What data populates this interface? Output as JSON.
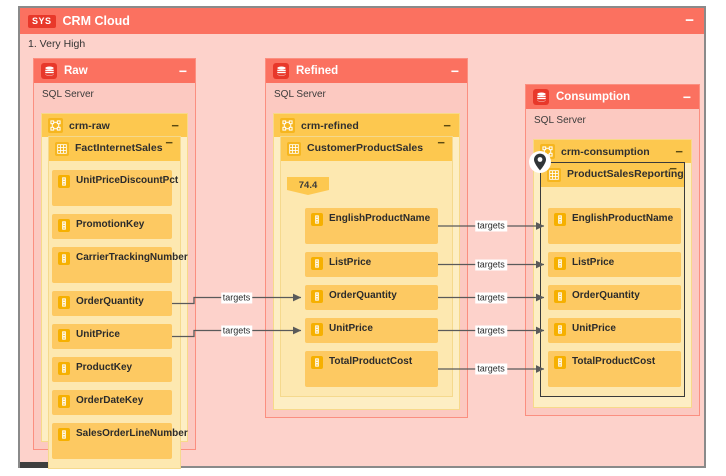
{
  "system": {
    "badge": "SYS",
    "title": "CRM Cloud",
    "collapse": "−",
    "level_label": "1. Very High",
    "icon": "database-icon"
  },
  "colors": {
    "system_header": "#fb7160",
    "system_body": "#fdd2cb",
    "badge_red": "#e8382a",
    "schema_amber": "#fdc84f",
    "column_amber": "#fdc962",
    "table_body": "#fde8b0",
    "edge_gray": "#5a5a5a"
  },
  "databases": [
    {
      "id": "raw",
      "title": "Raw",
      "subtitle": "SQL Server",
      "collapse": "−",
      "icon": "database-icon",
      "schema": {
        "title": "crm-raw",
        "collapse": "−",
        "icon": "schema-icon",
        "table": {
          "title": "FactInternetSales",
          "collapse": "−",
          "icon": "table-icon",
          "metric": null,
          "selected": false,
          "columns": [
            {
              "name": "UnitPriceDiscountPct",
              "icon": "column-icon"
            },
            {
              "name": "PromotionKey",
              "icon": "column-icon"
            },
            {
              "name": "CarrierTrackingNumber",
              "icon": "column-icon"
            },
            {
              "name": "OrderQuantity",
              "icon": "column-icon"
            },
            {
              "name": "UnitPrice",
              "icon": "column-icon"
            },
            {
              "name": "ProductKey",
              "icon": "column-icon"
            },
            {
              "name": "OrderDateKey",
              "icon": "column-icon"
            },
            {
              "name": "SalesOrderLineNumber",
              "icon": "column-icon"
            }
          ]
        }
      }
    },
    {
      "id": "refined",
      "title": "Refined",
      "subtitle": "SQL Server",
      "collapse": "−",
      "icon": "database-icon",
      "schema": {
        "title": "crm-refined",
        "collapse": "−",
        "icon": "schema-icon",
        "table": {
          "title": "CustomerProductSales",
          "collapse": "−",
          "icon": "table-icon",
          "metric": "74.4",
          "selected": false,
          "columns": [
            {
              "name": "EnglishProductName",
              "icon": "column-icon"
            },
            {
              "name": "ListPrice",
              "icon": "column-icon"
            },
            {
              "name": "OrderQuantity",
              "icon": "column-icon"
            },
            {
              "name": "UnitPrice",
              "icon": "column-icon"
            },
            {
              "name": "TotalProductCost",
              "icon": "column-icon"
            }
          ]
        }
      }
    },
    {
      "id": "consumption",
      "title": "Consumption",
      "subtitle": "SQL Server",
      "collapse": "−",
      "icon": "database-icon",
      "schema": {
        "title": "crm-consumption",
        "collapse": "−",
        "icon": "schema-icon",
        "table": {
          "title": "ProductSalesReporting",
          "collapse": "−",
          "icon": "table-icon",
          "metric": null,
          "selected": true,
          "pin_icon": "map-pin-icon",
          "columns": [
            {
              "name": "EnglishProductName",
              "icon": "column-icon"
            },
            {
              "name": "ListPrice",
              "icon": "column-icon"
            },
            {
              "name": "OrderQuantity",
              "icon": "column-icon"
            },
            {
              "name": "UnitPrice",
              "icon": "column-icon"
            },
            {
              "name": "TotalProductCost",
              "icon": "column-icon"
            }
          ]
        }
      }
    }
  ],
  "edges": [
    {
      "label": "targets",
      "from": "raw.OrderQuantity",
      "to": "refined.OrderQuantity"
    },
    {
      "label": "targets",
      "from": "raw.UnitPrice",
      "to": "refined.UnitPrice"
    },
    {
      "label": "targets",
      "from": "refined.EnglishProductName",
      "to": "consumption.EnglishProductName"
    },
    {
      "label": "targets",
      "from": "refined.ListPrice",
      "to": "consumption.ListPrice"
    },
    {
      "label": "targets",
      "from": "refined.OrderQuantity",
      "to": "consumption.OrderQuantity"
    },
    {
      "label": "targets",
      "from": "refined.UnitPrice",
      "to": "consumption.UnitPrice"
    },
    {
      "label": "targets",
      "from": "refined.TotalProductCost",
      "to": "consumption.TotalProductCost"
    }
  ]
}
